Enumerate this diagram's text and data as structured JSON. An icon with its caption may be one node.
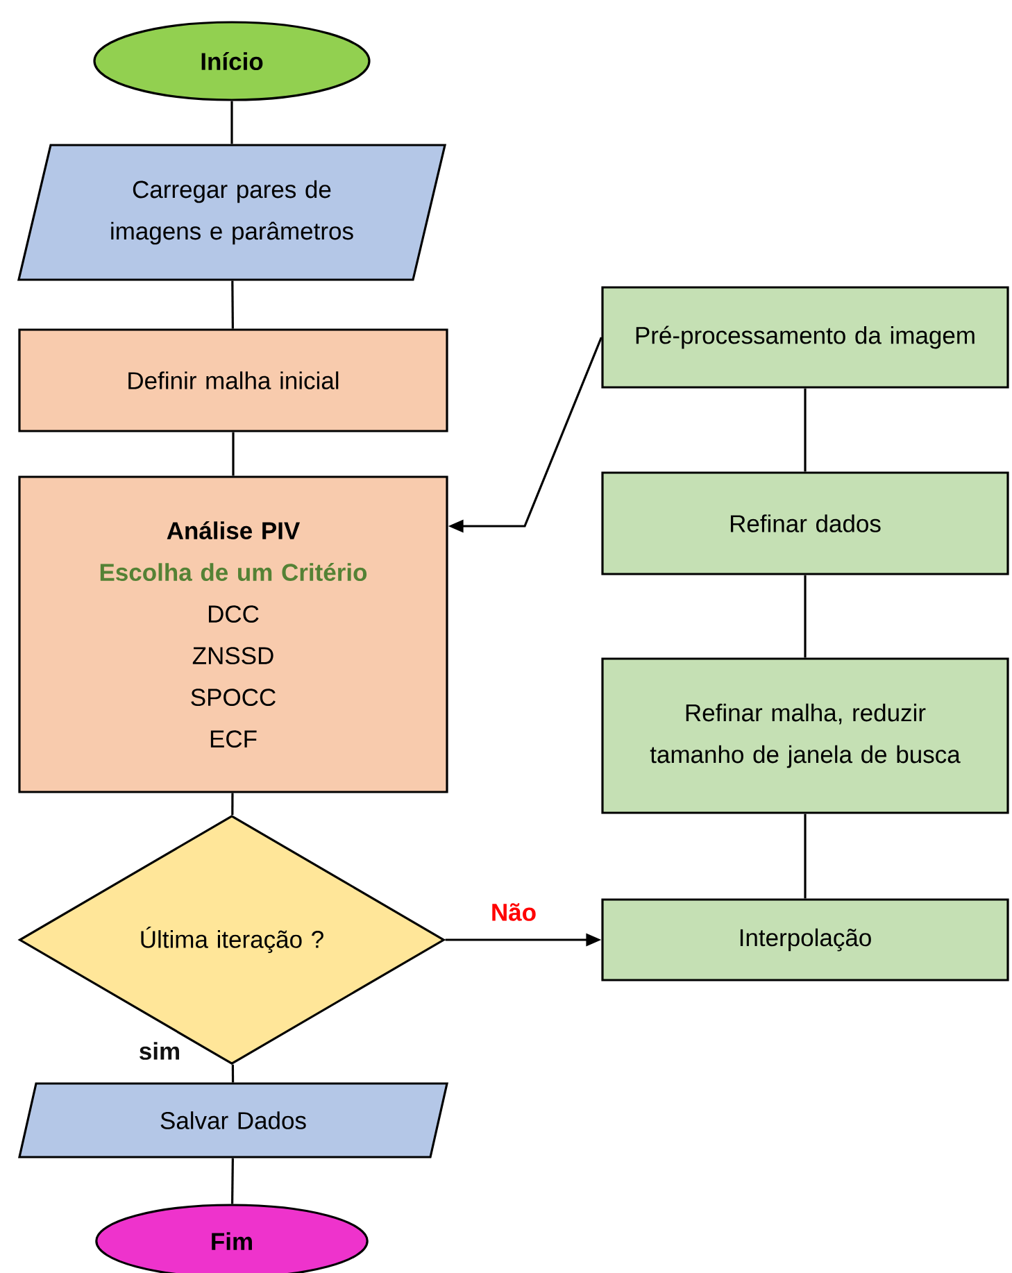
{
  "diagram": {
    "nodes": [
      {
        "text": [
          "Início"
        ]
      },
      {
        "text": [
          "Carregar pares de imagens e parâmetros"
        ]
      },
      {
        "text": [
          "Definir malha inicial"
        ]
      },
      {
        "text": [
          "Análise PIV",
          "Escolha de um Critério",
          "DCC",
          "ZNSSD",
          "SPOCC",
          "ECF"
        ]
      },
      {
        "text": [
          "Última iteração ?"
        ]
      },
      {
        "text": [
          "Salvar Dados"
        ]
      },
      {
        "text": [
          "Fim"
        ]
      },
      {
        "text": [
          "Pré-processamento da imagem"
        ]
      },
      {
        "text": [
          "Refinar dados"
        ]
      },
      {
        "text": [
          "Refinar malha, reduzir tamanho de janela de busca"
        ]
      },
      {
        "text": [
          "Interpolação"
        ]
      }
    ],
    "edges": [
      {
        "from": 0,
        "to": 1,
        "arrow": "none"
      },
      {
        "from": 1,
        "to": 2,
        "arrow": "none"
      },
      {
        "from": 2,
        "to": 3,
        "arrow": "none"
      },
      {
        "from": 3,
        "to": 4,
        "arrow": "none"
      },
      {
        "from": 4,
        "to": 5,
        "arrow": "none",
        "label": "sim"
      },
      {
        "from": 5,
        "to": 6,
        "arrow": "none"
      },
      {
        "from": 4,
        "to": 10,
        "arrow": "to",
        "label": "Não"
      },
      {
        "from": 10,
        "to": 9,
        "arrow": "none"
      },
      {
        "from": 9,
        "to": 8,
        "arrow": "none"
      },
      {
        "from": 8,
        "to": 7,
        "arrow": "none"
      },
      {
        "from": 7,
        "to": 3,
        "arrow": "to"
      }
    ]
  }
}
